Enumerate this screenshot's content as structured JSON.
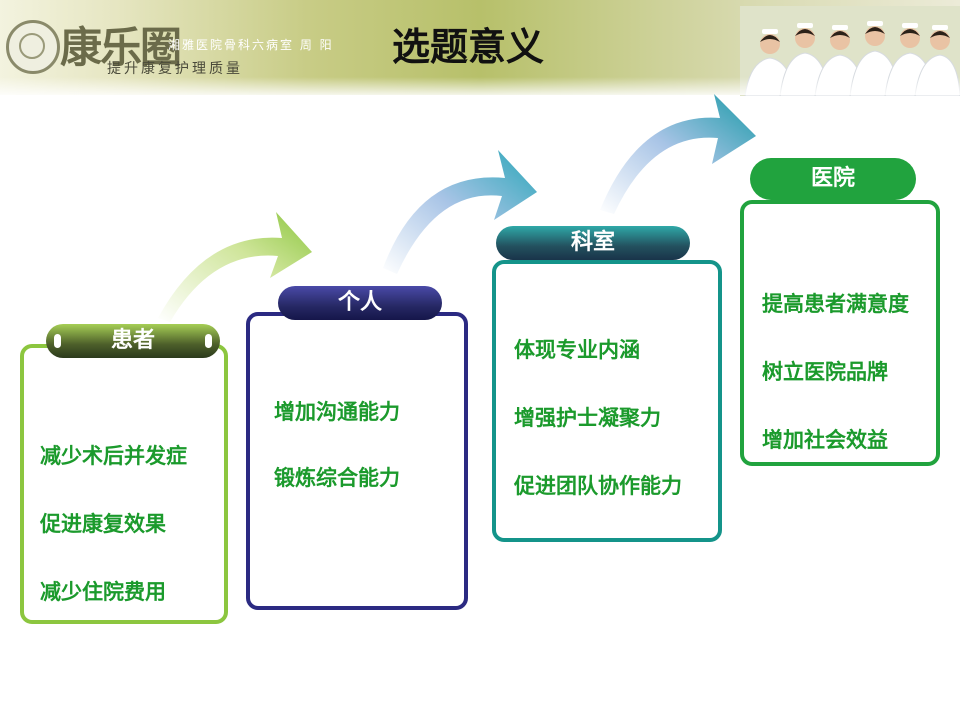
{
  "header": {
    "logo_text": "康乐圈",
    "department": "湘雅医院骨科六病室 周 阳",
    "slogan": "提升康复护理质量",
    "title": "选题意义"
  },
  "colors": {
    "green_text": "#1b9a2c",
    "card1_border": "#8cc63f",
    "card2_border": "#2b2a82",
    "card3_border": "#14948a",
    "card4_border": "#21a33e"
  },
  "cards": [
    {
      "label": "患者",
      "items": [
        "减少术后并发症",
        "促进康复效果",
        "减少住院费用"
      ]
    },
    {
      "label": "个人",
      "items": [
        "增加沟通能力",
        "锻炼综合能力"
      ]
    },
    {
      "label": "科室",
      "items": [
        "体现专业内涵",
        "增强护士凝聚力",
        "促进团队协作能力"
      ]
    },
    {
      "label": "医院",
      "items": [
        "提高患者满意度",
        "树立医院品牌",
        "增加社会效益"
      ]
    }
  ]
}
